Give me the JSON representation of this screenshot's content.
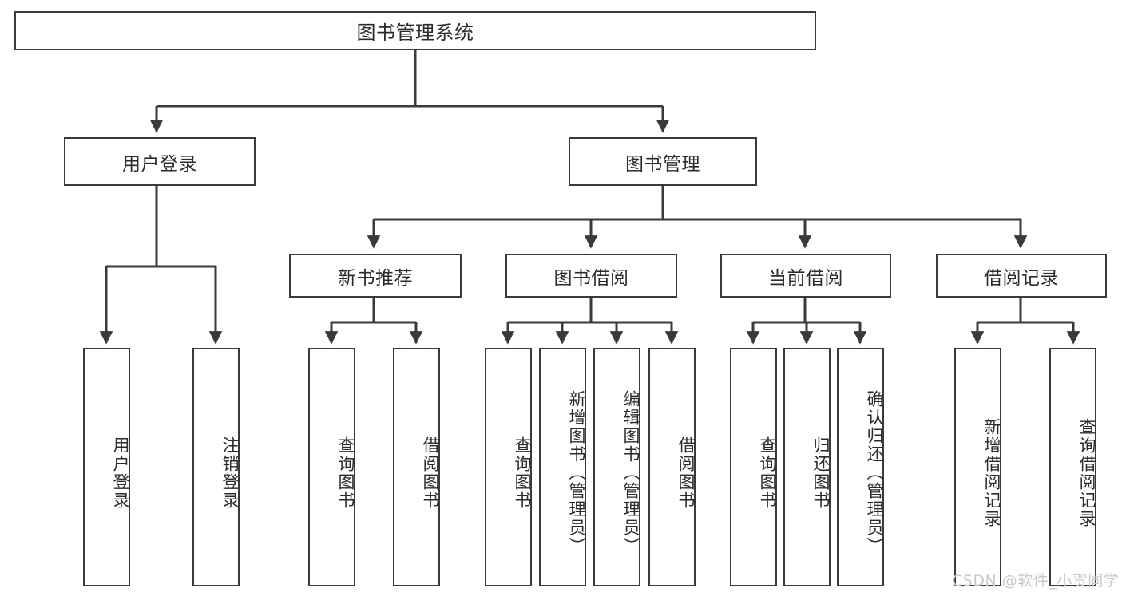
{
  "diagram": {
    "title": "图书管理系统",
    "type": "tree-structure-chart",
    "root": {
      "label": "图书管理系统"
    },
    "level1": [
      {
        "label": "用户登录"
      },
      {
        "label": "图书管理"
      }
    ],
    "level2": [
      {
        "label": "新书推荐"
      },
      {
        "label": "图书借阅"
      },
      {
        "label": "当前借阅"
      },
      {
        "label": "借阅记录"
      }
    ],
    "leaves": {
      "user_login": [
        {
          "label": "用户登录"
        },
        {
          "label": "注销登录"
        }
      ],
      "new_book_recommend": [
        {
          "label": "查询图书"
        },
        {
          "label": "借阅图书"
        }
      ],
      "book_borrow": [
        {
          "label": "查询图书"
        },
        {
          "label": "新增图书（管理员）"
        },
        {
          "label": "编辑图书（管理员）"
        },
        {
          "label": "借阅图书"
        }
      ],
      "current_borrow": [
        {
          "label": "查询图书"
        },
        {
          "label": "归还图书"
        },
        {
          "label": "确认归还（管理员）"
        }
      ],
      "borrow_record": [
        {
          "label": "新增借阅记录"
        },
        {
          "label": "查询借阅记录"
        }
      ]
    }
  },
  "watermark": {
    "text": "CSDN @软件_小贺同学"
  },
  "colors": {
    "border": "#3a3a3a",
    "text": "#2b2b2b",
    "background": "#ffffff",
    "watermark": "#c9c9c9"
  }
}
